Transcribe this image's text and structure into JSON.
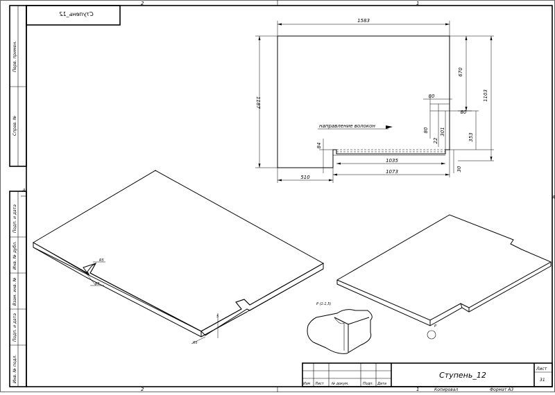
{
  "frame": {
    "zone_top_left": "2",
    "zone_top_right": "1",
    "zone_bottom_left": "2",
    "zone_bottom_right": "1",
    "zone_side": "A",
    "doc_code_mirrored": "Ступень_12"
  },
  "side_columns": {
    "first_use": "Перв. примен.",
    "reference_no": "Справ. №",
    "sign_date_1": "Подп. и дата",
    "inv_dupl": "Инв. № дубл.",
    "replaces_inv": "Взам. инв. №",
    "sign_date_2": "Подп. и дата",
    "inv_orig": "Инв. № подл."
  },
  "plan_view": {
    "dim_width": "1583",
    "dim_left_height": "1187",
    "dim_right_height": "1103",
    "dim_670": "670",
    "dim_80_a": "80",
    "dim_80_b": "80",
    "dim_80_c": "80",
    "dim_301": "301",
    "dim_22": "22",
    "dim_353": "353",
    "dim_84": "84",
    "dim_1035": "1035",
    "dim_30": "30",
    "dim_510": "510",
    "dim_1073": "1073",
    "note": "направление волокон"
  },
  "iso_view_left": {
    "label_r5_top": "R5",
    "label_r5_mid": "R5",
    "label_r5_bottom": "R5",
    "label_dim": "5"
  },
  "iso_view_right": {
    "label_point": "P"
  },
  "detail_view": {
    "label": "Р (1:1,5)"
  },
  "title_block": {
    "title": "Ступень_12",
    "sheet_label": "Лист",
    "sheet_no": "31",
    "col_change": "Изм",
    "col_sheet": "Лист",
    "col_doc": "№ докум.",
    "col_sign": "Подп.",
    "col_date": "Дата",
    "copied": "Копировал",
    "format": "Формат A3"
  }
}
